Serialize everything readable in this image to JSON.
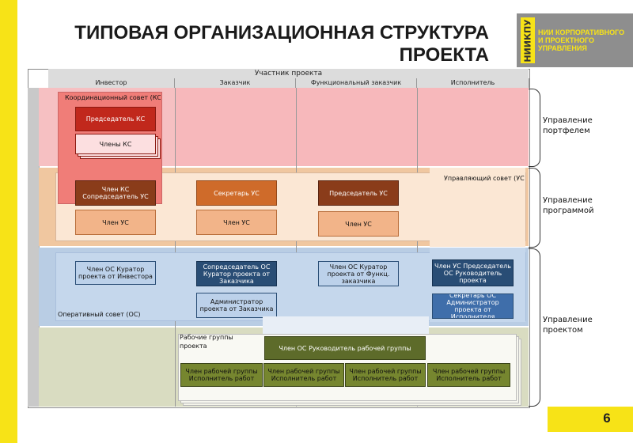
{
  "title": "ТИПОВАЯ ОРГАНИЗАЦИОННАЯ СТРУКТУРА ПРОЕКТА",
  "logo": {
    "mark": "НИИКПУ",
    "text": "НИИ КОРПОРАТИВНОГО И ПРОЕКТНОГО УПРАВЛЕНИЯ"
  },
  "page_number": "6",
  "header": {
    "participant": "Участник проекта",
    "columns": [
      "Инвестор",
      "Заказчик",
      "Функциональный заказчик",
      "Исполнитель"
    ]
  },
  "bands": {
    "portfolio": {
      "council_label": "Координационный совет (КС)",
      "chair": "Председатель КС",
      "members": "Члены КС"
    },
    "program": {
      "council_label": "Управляющий совет (УС)",
      "investor_member": "Член КС Сопредседатель УС",
      "secretary": "Секретарь УС",
      "chair": "Председатель УС",
      "member": "Член УС"
    },
    "project": {
      "council_label": "Оперативный совет (ОС)",
      "investor_member": "Член ОС Куратор проекта от Инвестора",
      "cochair": "Сопредседатель ОС Куратор проекта от Заказчика",
      "func_member": "Член ОС Куратор проекта от Функц. заказчика",
      "exec_member": "Член УС Председатель ОС Руководитель проекта",
      "admin": "Администратор проекта от Заказчика",
      "exec_secretary": "Секретарь ОС Администратор проекта от Исполнителя"
    },
    "groups": {
      "label": "Рабочие группы проекта",
      "leader": "Член ОС Руководитель рабочей группы",
      "member": "Член рабочей группы Исполнитель работ"
    }
  },
  "levels": [
    "Управление портфелем",
    "Управление программой",
    "Управление проектом"
  ]
}
